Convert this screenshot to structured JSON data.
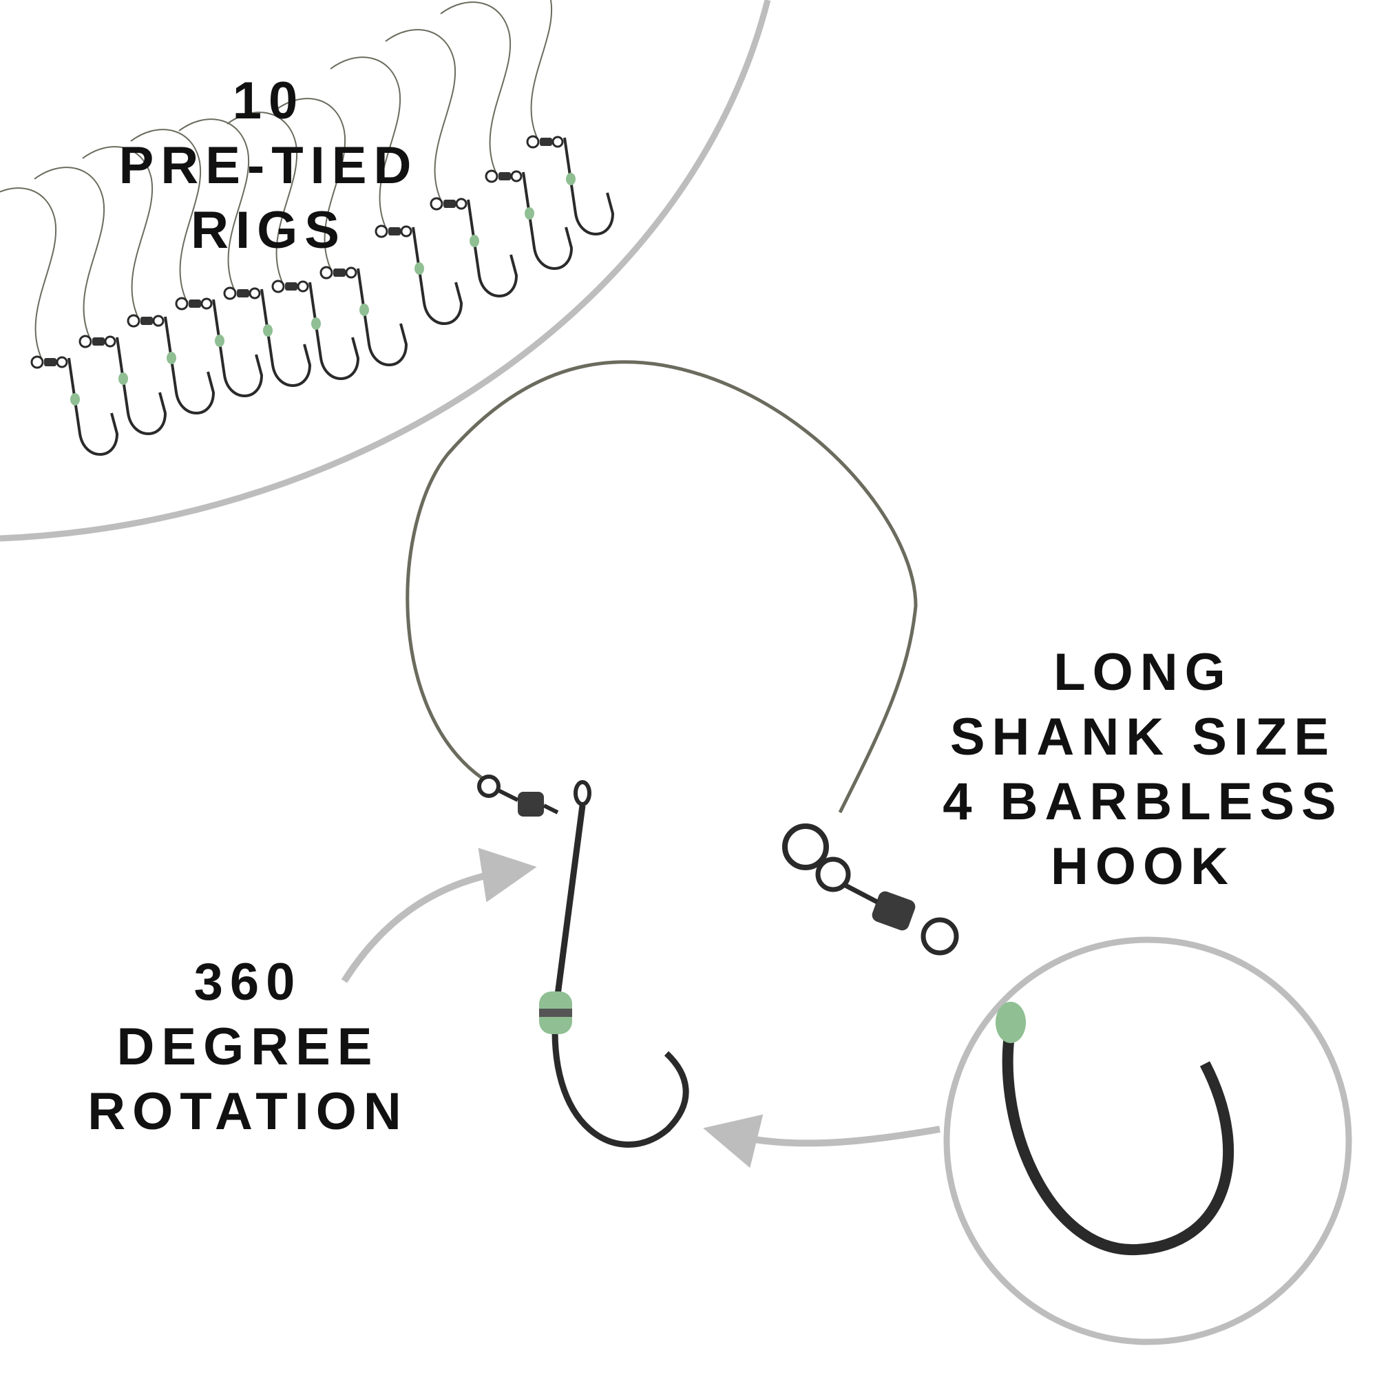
{
  "callouts": {
    "rigs": [
      "10",
      "PRE-TIED",
      "RIGS"
    ],
    "hook": [
      "LONG",
      "SHANK SIZE",
      "4 BARBLESS",
      "HOOK"
    ],
    "rotation": [
      "360",
      "DEGREE",
      "ROTATION"
    ]
  },
  "colors": {
    "accent_gray": "#bdbdbd",
    "text": "#111111",
    "bead_green": "#8fbf93",
    "metal": "#2a2a2a",
    "braid": "#6b6b5e"
  },
  "icons": [
    "swivel-icon",
    "hook-icon",
    "arrow-icon",
    "magnifier-circle"
  ]
}
